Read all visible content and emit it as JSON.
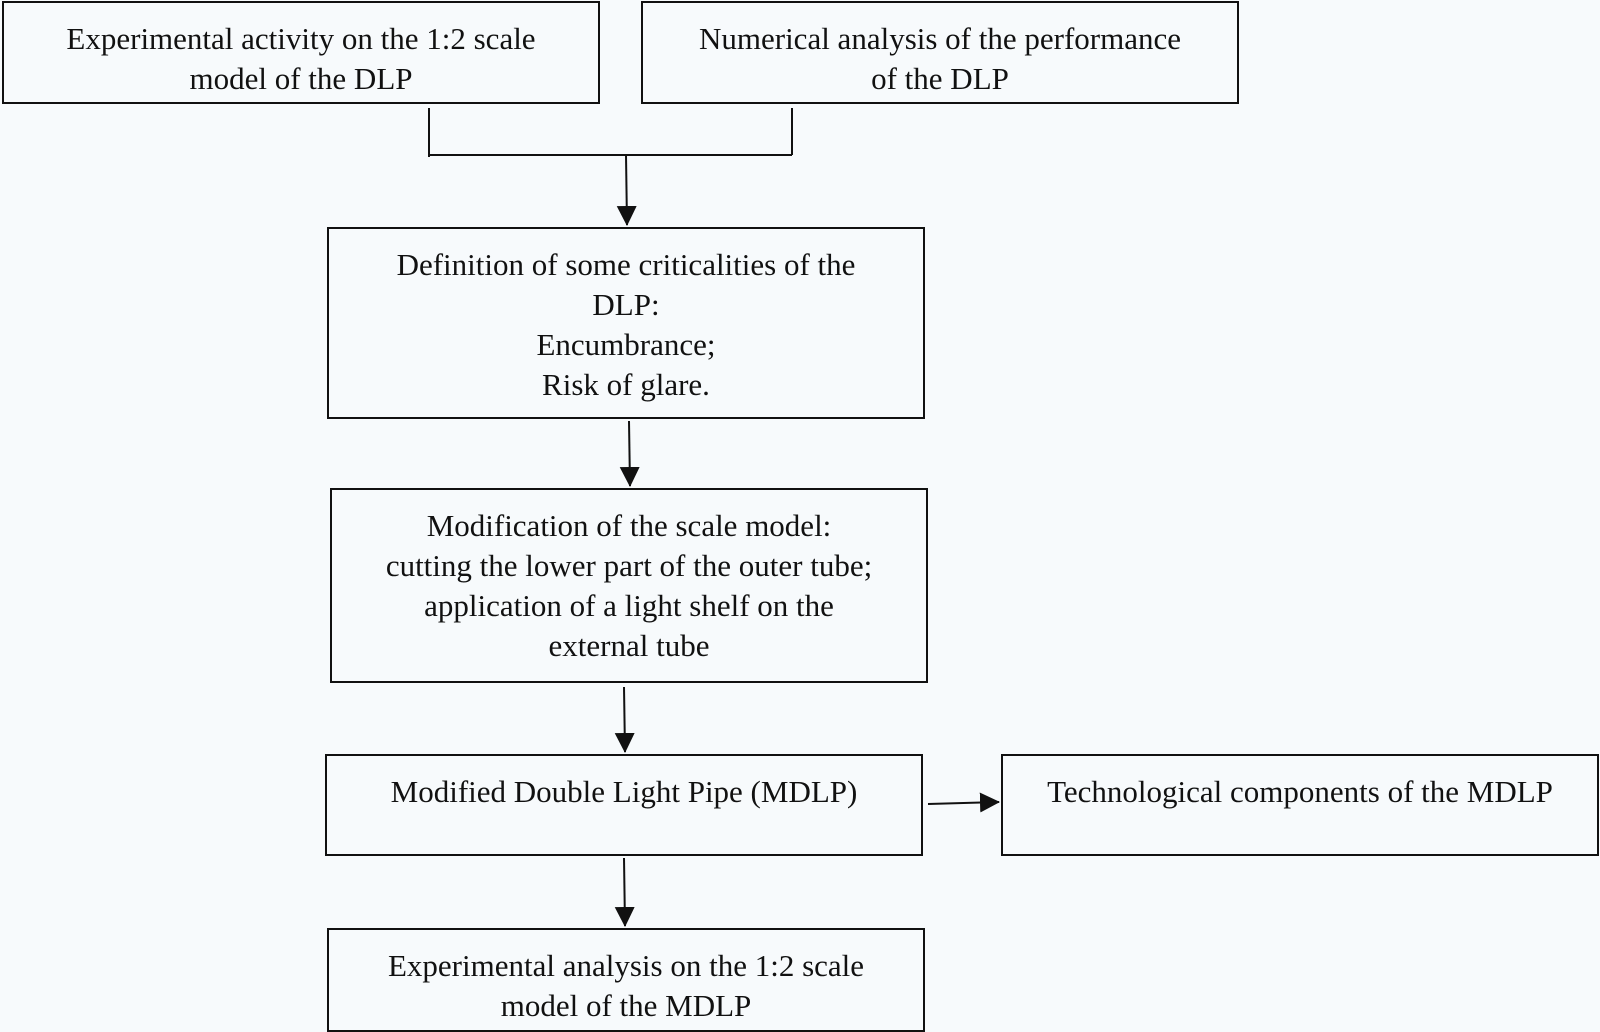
{
  "boxes": {
    "experimental_activity": [
      "Experimental activity on the 1:2 scale",
      "model of the DLP"
    ],
    "numerical_analysis": [
      "Numerical analysis of the performance",
      "of the DLP"
    ],
    "criticalities": [
      "Definition of some criticalities of the",
      "DLP:",
      "Encumbrance;",
      "Risk of glare."
    ],
    "modification": [
      "Modification of the scale model:",
      "cutting the lower part of the outer tube;",
      "application of a light shelf on the",
      "external tube"
    ],
    "mdlp": [
      "Modified Double Light Pipe (MDLP)"
    ],
    "technological": [
      "Technological components of the MDLP"
    ],
    "experimental_analysis": [
      "Experimental analysis on the 1:2 scale",
      "model of the MDLP"
    ]
  },
  "colors": {
    "background": "#f7fafc",
    "stroke": "#111111",
    "text": "#111111"
  }
}
